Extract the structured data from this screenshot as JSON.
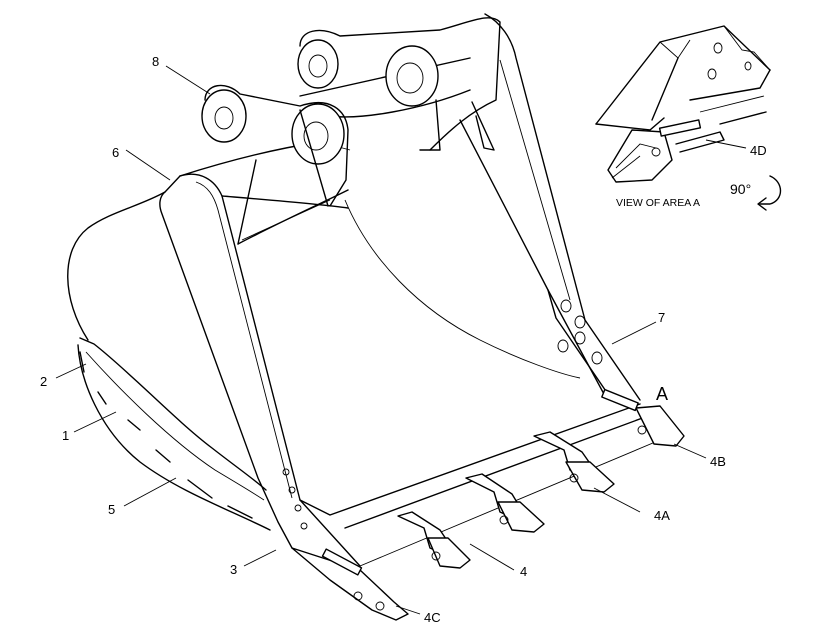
{
  "callouts": {
    "c1": "1",
    "c2": "2",
    "c3": "3",
    "c4": "4",
    "c4a": "4A",
    "c4b": "4B",
    "c4c": "4C",
    "c4d": "4D",
    "c5": "5",
    "c6": "6",
    "c7": "7",
    "c8": "8"
  },
  "view_marker": "A",
  "inset_caption": "VIEW OF AREA  A",
  "rotation_label": "90°"
}
